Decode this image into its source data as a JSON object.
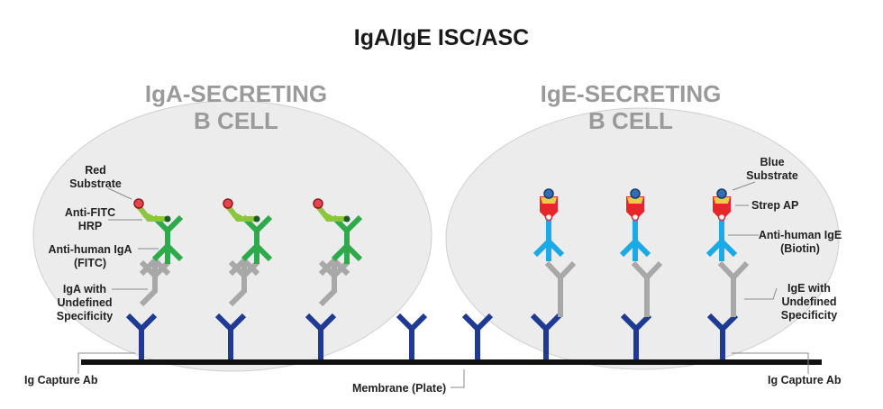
{
  "title": "IgA/IgE ISC/ASC",
  "cells": {
    "iga": {
      "line1": "IgA-SECRETING",
      "line2": "B CELL"
    },
    "ige": {
      "line1": "IgE-SECRETING",
      "line2": "B CELL"
    }
  },
  "labels": {
    "red_substrate": [
      "Red",
      "Substrate"
    ],
    "anti_fitc_hrp": [
      "Anti-FITC",
      "HRP"
    ],
    "anti_human_iga": [
      "Anti-human IgA",
      "(FITC)"
    ],
    "iga_undefined": [
      "IgA with",
      "Undefined",
      "Specificity"
    ],
    "ig_capture_left": "Ig Capture Ab",
    "membrane": "Membrane (Plate)",
    "ig_capture_right": "Ig Capture Ab",
    "blue_substrate": [
      "Blue",
      "Substrate"
    ],
    "strep_ap": "Strep AP",
    "anti_human_ige": [
      "Anti-human IgE",
      "(Biotin)"
    ],
    "ige_undefined": [
      "IgE with",
      "Undefined",
      "Specificity"
    ]
  },
  "colors": {
    "capture_ab": "#1f3a93",
    "secreted_ab": "#a8a8a8",
    "anti_iga": "#2eaa4a",
    "anti_fitc": "#8cc63f",
    "red_substrate": "#e8434c",
    "anti_ige": "#1aabe6",
    "strep_ap_body": "#e5262b",
    "strep_ap_top": "#f7c948",
    "blue_substrate": "#2f6fb5",
    "cell_fill": "#ececec",
    "membrane": "#111111"
  }
}
